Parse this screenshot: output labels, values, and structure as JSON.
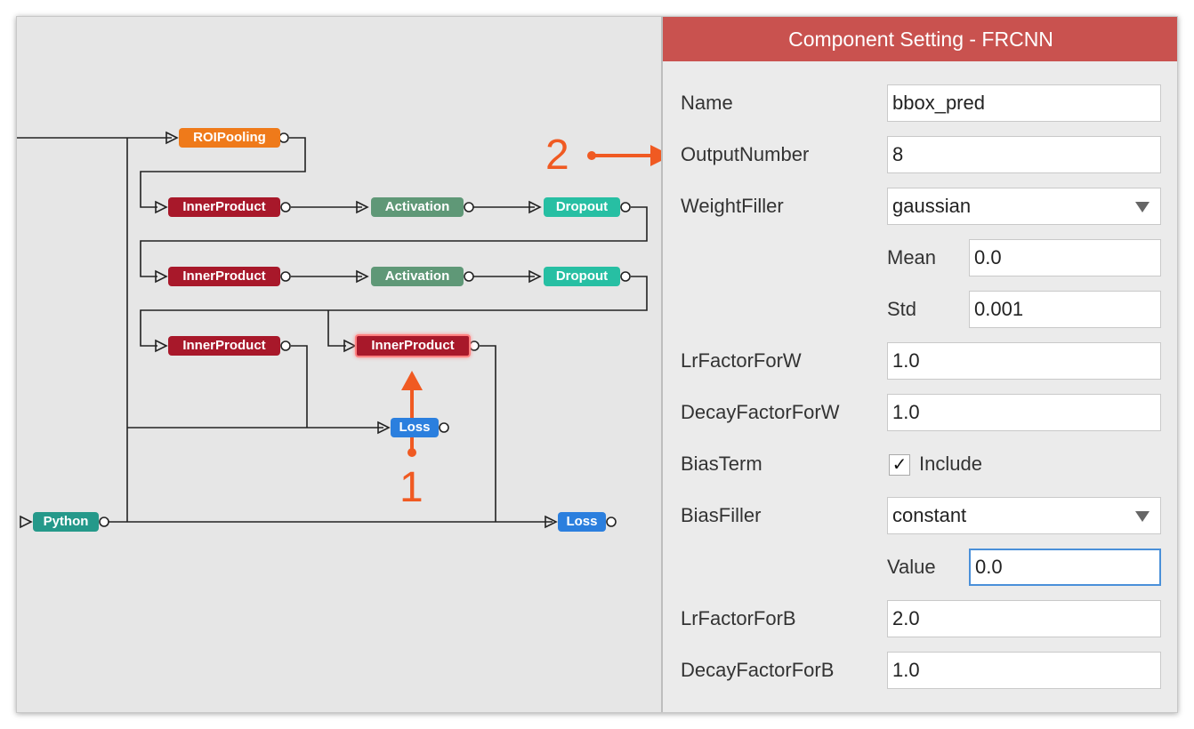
{
  "canvas": {
    "nodes": {
      "roipooling": "ROIPooling",
      "inner1": "InnerProduct",
      "act1": "Activation",
      "drop1": "Dropout",
      "inner2": "InnerProduct",
      "act2": "Activation",
      "drop2": "Dropout",
      "inner3": "InnerProduct",
      "inner4": "InnerProduct",
      "loss1": "Loss",
      "python": "Python",
      "loss2": "Loss"
    },
    "annotations": {
      "one": "1",
      "two": "2"
    }
  },
  "panel": {
    "title": "Component Setting - FRCNN",
    "name": {
      "label": "Name",
      "value": "bbox_pred"
    },
    "output_number": {
      "label": "OutputNumber",
      "value": "8"
    },
    "weight_filler": {
      "label": "WeightFiller",
      "value": "gaussian"
    },
    "mean": {
      "label": "Mean",
      "value": "0.0"
    },
    "std": {
      "label": "Std",
      "value": "0.001"
    },
    "lr_factor_w": {
      "label": "LrFactorForW",
      "value": "1.0"
    },
    "decay_factor_w": {
      "label": "DecayFactorForW",
      "value": "1.0"
    },
    "bias_term": {
      "label": "BiasTerm",
      "checkbox_label": "Include",
      "checked": true,
      "check_glyph": "✓"
    },
    "bias_filler": {
      "label": "BiasFiller",
      "value": "constant"
    },
    "value": {
      "label": "Value",
      "value": "0.0"
    },
    "lr_factor_b": {
      "label": "LrFactorForB",
      "value": "2.0"
    },
    "decay_factor_b": {
      "label": "DecayFactorForB",
      "value": "1.0"
    }
  },
  "colors": {
    "header": "#c9524f",
    "annotation": "#f05a22",
    "node_orange": "#ef7a1a",
    "node_red": "#a8182a",
    "node_green": "#5f9877",
    "node_teal": "#27bfa3",
    "node_blue": "#2b7fde"
  }
}
